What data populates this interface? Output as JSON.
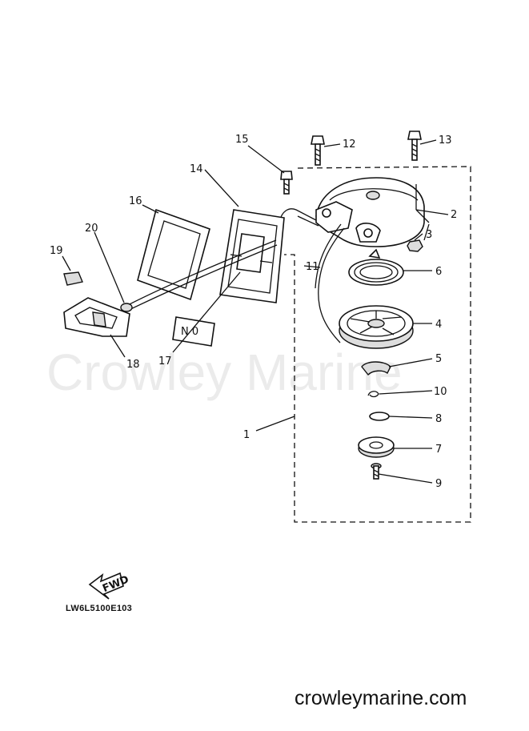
{
  "diagram": {
    "part_labels": [
      {
        "id": "p1",
        "text": "1"
      },
      {
        "id": "p2",
        "text": "2"
      },
      {
        "id": "p3",
        "text": "3"
      },
      {
        "id": "p4",
        "text": "4"
      },
      {
        "id": "p5",
        "text": "5"
      },
      {
        "id": "p6",
        "text": "6"
      },
      {
        "id": "p7",
        "text": "7"
      },
      {
        "id": "p8",
        "text": "8"
      },
      {
        "id": "p9",
        "text": "9"
      },
      {
        "id": "p10",
        "text": "10"
      },
      {
        "id": "p11",
        "text": "11"
      },
      {
        "id": "p12",
        "text": "12"
      },
      {
        "id": "p13",
        "text": "13"
      },
      {
        "id": "p14",
        "text": "14"
      },
      {
        "id": "p15",
        "text": "15"
      },
      {
        "id": "p16",
        "text": "16"
      },
      {
        "id": "p17",
        "text": "17"
      },
      {
        "id": "p18",
        "text": "18"
      },
      {
        "id": "p19",
        "text": "19"
      },
      {
        "id": "p20",
        "text": "20"
      }
    ],
    "fwd_arrow_label": "FWD",
    "drawing_code": "LW6L5100E103",
    "decal_text": "N   0"
  },
  "watermark": "Crowley Marine",
  "footer": {
    "site": "crowleymarine.com"
  }
}
